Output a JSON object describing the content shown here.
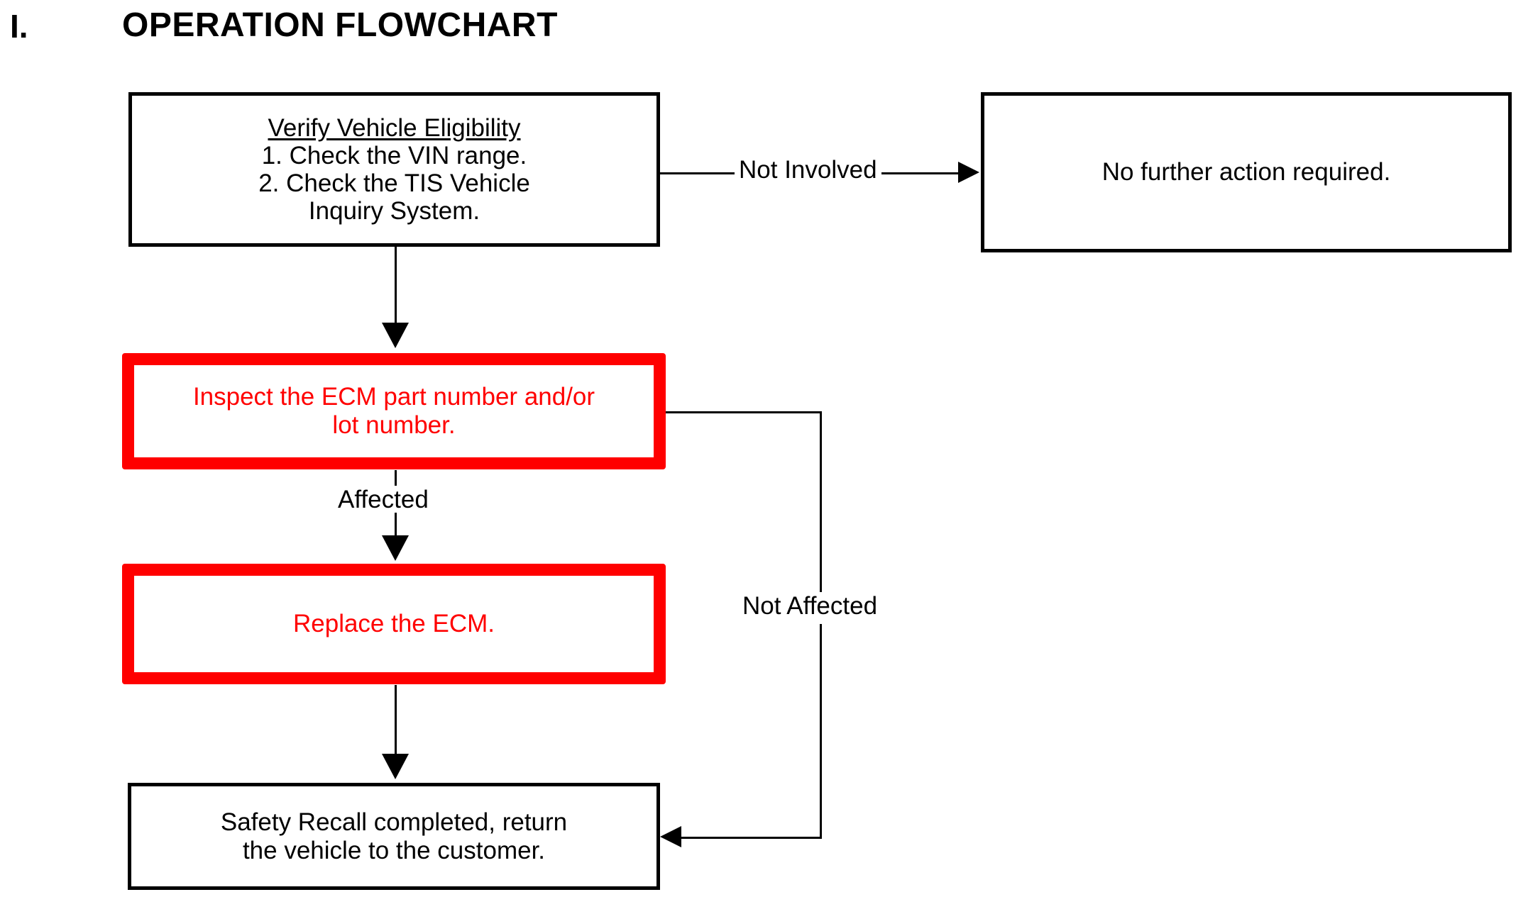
{
  "title": {
    "numeral": "I.",
    "text": "OPERATION FLOWCHART"
  },
  "colors": {
    "ink": "#000000",
    "highlight_red": "#FF0000",
    "page_background": "#FFFFFF"
  },
  "flowchart": {
    "type": "flowchart",
    "nodes": [
      {
        "id": "verify",
        "style": "black-outline",
        "heading": "Verify Vehicle Eligibility",
        "line1": "1. Check the VIN range.",
        "line2": "2. Check the TIS Vehicle",
        "line3": "Inquiry System."
      },
      {
        "id": "no-action",
        "style": "black-outline",
        "text": "No further action required."
      },
      {
        "id": "inspect",
        "style": "red-outline",
        "line1": "Inspect the ECM part number and/or",
        "line2": "lot number."
      },
      {
        "id": "replace",
        "style": "red-outline",
        "text": "Replace the ECM."
      },
      {
        "id": "complete",
        "style": "black-outline",
        "line1": "Safety Recall completed, return",
        "line2": "the vehicle to the customer."
      }
    ],
    "edges": [
      {
        "id": "not-involved",
        "from": "verify",
        "to": "no-action",
        "label": "Not Involved"
      },
      {
        "id": "verify-down",
        "from": "verify",
        "to": "inspect",
        "label": ""
      },
      {
        "id": "affected",
        "from": "inspect",
        "to": "replace",
        "label": "Affected"
      },
      {
        "id": "not-affected",
        "from": "inspect",
        "to": "complete",
        "label": "Not Affected"
      },
      {
        "id": "replace-down",
        "from": "replace",
        "to": "complete",
        "label": ""
      }
    ]
  }
}
